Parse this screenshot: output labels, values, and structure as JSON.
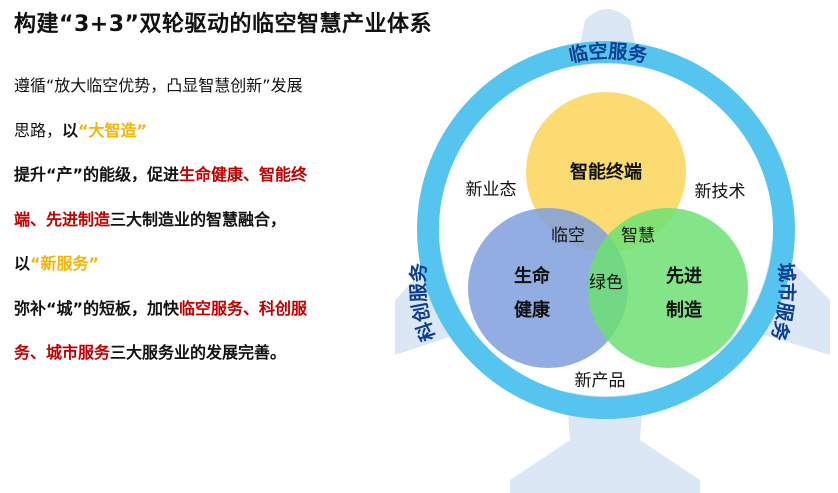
{
  "title": "构建“3+3”双轮驱动的临空智慧产业体系",
  "paragraph": {
    "s1": "遵循“放大临空优势，凸显智慧创新”发展思路，",
    "s2": "以",
    "s3": "“大智造”",
    "s4": "提升“产”的能级，促进",
    "s5": "生命健康、智能终端、先进制造",
    "s6": "三大制造业的智慧融合，以",
    "s7": "“新服务”",
    "s8": "弥补“城”的短板，加快",
    "s9": "临空服务、科创服务、城市服务",
    "s10": "三大服务业的发展完善。"
  },
  "diagram": {
    "ring_top": "临空服务",
    "ring_left": "科创服务",
    "ring_right": "城市服务",
    "circle_top": "智能终端",
    "circle_left_1": "生命",
    "circle_left_2": "健康",
    "circle_right_1": "先进",
    "circle_right_2": "制造",
    "overlap_top_left": "临空",
    "overlap_top_right": "智慧",
    "overlap_center": "绿色",
    "outer_top_left": "新业态",
    "outer_top_right": "新技术",
    "outer_bottom": "新产品",
    "colors": {
      "ring": "#55c4ef",
      "circle_top": "#fcd96b",
      "circle_left": "#7f9fdc",
      "circle_right": "#6de173",
      "airplane": "#dbe7f4"
    }
  }
}
